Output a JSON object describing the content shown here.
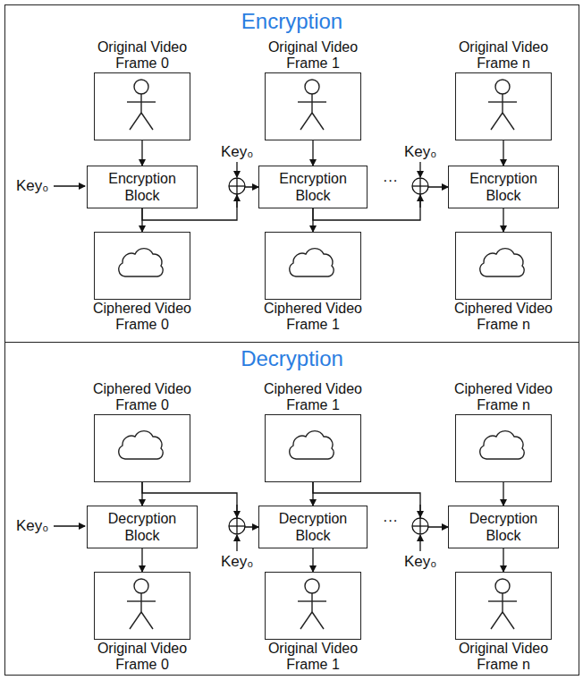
{
  "diagram": {
    "nodes": [
      {
        "text": [
          "Encryption"
        ]
      },
      {
        "text": [
          "Original Video Frame 0"
        ],
        "in": 0
      },
      {
        "text": [
          "Encryption Block"
        ],
        "in": 0
      },
      {
        "text": [
          "Ciphered Video Frame 0"
        ],
        "in": 0
      },
      {
        "text": [
          "Original Video Frame 1"
        ],
        "in": 0
      },
      {
        "text": [
          "Encryption Block"
        ],
        "in": 0
      },
      {
        "text": [
          "Ciphered Video Frame 1"
        ],
        "in": 0
      },
      {
        "text": [
          "Original Video Frame n"
        ],
        "in": 0
      },
      {
        "text": [
          "Encryption Block"
        ],
        "in": 0
      },
      {
        "text": [
          "Ciphered Video Frame n"
        ],
        "in": 0
      },
      {
        "text": [
          "Decryption"
        ]
      },
      {
        "text": [
          "Ciphered Video Frame 0"
        ],
        "in": 10
      },
      {
        "text": [
          "Decryption Block"
        ],
        "in": 10
      },
      {
        "text": [
          "Original Video Frame 0"
        ],
        "in": 10
      },
      {
        "text": [
          "Ciphered Video Frame 1"
        ],
        "in": 10
      },
      {
        "text": [
          "Decryption Block"
        ],
        "in": 10
      },
      {
        "text": [
          "Original Video Frame 1"
        ],
        "in": 10
      },
      {
        "text": [
          "Ciphered Video Frame n"
        ],
        "in": 10
      },
      {
        "text": [
          "Decryption Block"
        ],
        "in": 10
      },
      {
        "text": [
          "Original Video Frame n"
        ],
        "in": 10
      }
    ],
    "edges": [
      {
        "from": 1,
        "to": 2,
        "arrow": "to"
      },
      {
        "from": 2,
        "to": 3,
        "arrow": "to"
      },
      {
        "from": 4,
        "to": 5,
        "arrow": "to"
      },
      {
        "from": 5,
        "to": 6,
        "arrow": "to"
      },
      {
        "from": 7,
        "to": 8,
        "arrow": "to"
      },
      {
        "from": 8,
        "to": 9,
        "arrow": "to"
      },
      {
        "from": 2,
        "to": 5,
        "arrow": "to"
      },
      {
        "from": 5,
        "to": 8,
        "arrow": "to"
      },
      {
        "from": 11,
        "to": 12,
        "arrow": "to"
      },
      {
        "from": 12,
        "to": 13,
        "arrow": "to"
      },
      {
        "from": 14,
        "to": 15,
        "arrow": "to"
      },
      {
        "from": 15,
        "to": 16,
        "arrow": "to"
      },
      {
        "from": 17,
        "to": 18,
        "arrow": "to"
      },
      {
        "from": 18,
        "to": 19,
        "arrow": "to"
      },
      {
        "from": 11,
        "to": 15,
        "arrow": "to"
      },
      {
        "from": 14,
        "to": 18,
        "arrow": "to"
      }
    ],
    "labels": [
      "Key₀",
      "Key₀",
      "Key₀",
      "···",
      "Key₀",
      "Key₀",
      "Key₀",
      "···"
    ]
  }
}
